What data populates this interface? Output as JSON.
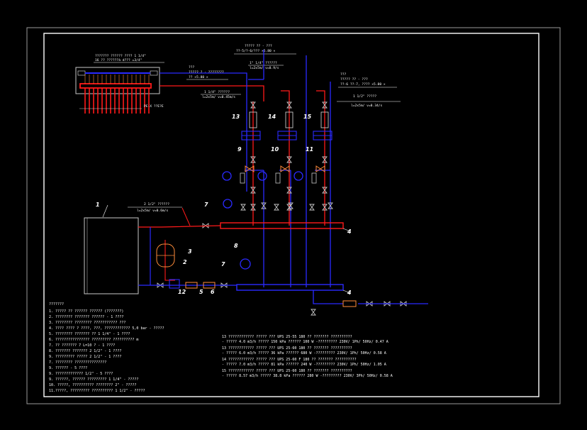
{
  "colors": {
    "background": "#000000",
    "frame": "#9a9a9a",
    "border": "#ffffff",
    "supply_pipe": "#ff1a1a",
    "return_pipe": "#2a2aff",
    "equipment": "#ff8c3a",
    "valve": "#c8c8c8"
  },
  "collector": {
    "header_line1": "??????? ?????? ???? 1 1/4\"",
    "header_line2": "16 ?? ??????à d??? =3/4\"",
    "tag": "PE-X ??E?E"
  },
  "riser_labels": {
    "top_line1": "????? ?? - ???",
    "top_line2": "??-5/?-6/??? ×5.80 ×",
    "mid_line1": "???",
    "mid_line2": "????? ? - ????????",
    "mid_line3": "?? ×5.80 ×",
    "pipe1_line1": "1\" 1/4\" ??????",
    "pipe1_line2": "l=2x5m/ v=0.9/s",
    "pipe2_line1": "1 1/4\" ??????",
    "pipe2_line2": "l=2x5m/ v=0.45m/s",
    "right_line1": "???",
    "right_line2": "????? ?? - ???",
    "right_line3": "??-6 ??-7, ???? ×5.80 ×",
    "right_pipe_line1": "1 1/2\" ?????",
    "right_pipe_line2": "l=2x5m/ v=0.34/s",
    "main_pipe_line1": "2 1/2\" ??????",
    "main_pipe_line2": "l=2x5m/ v=0.6m/s"
  },
  "item_numbers": [
    "1",
    "2",
    "3",
    "4",
    "4",
    "5",
    "6",
    "7",
    "7",
    "8",
    "9",
    "10",
    "11",
    "12",
    "13",
    "14",
    "15"
  ],
  "legend": {
    "title": "???????",
    "items": [
      "1. ????? ?? ?????? ?????? (???????)",
      "2. ???????? ??????? ?????? - 1 ????",
      "3. ???????? ???????? ??????????? ???",
      "4. ???? ???? ? ????, ???, ???????????? 5,0 bar - ?????",
      "5. ???????? ??????? ?? 1 1/4\" - 1 ????",
      "6. ???????????????? ????????? ?????????? m",
      "7. ?? ??????? 7 L=10 ? - 1 ????",
      "8. ??????? ??????? 2 1/2\" - 1 ????",
      "9. ????????? ????? 2 1/2\" - 1 ????",
      "7. ???????? ???????????????",
      "9. ?????? - 5 ????",
      "9. ????????????? 1/2\" - 5 ????",
      "9. ??????, ?????? ????????? 1 1/4\" - ?????",
      "10. ?????, ?????????? ???????? 2\" - ?????",
      "11.?????, ????????? ?????????? 1 1/2\" - ?????"
    ]
  },
  "pump_specs": [
    {
      "line1": "13 ???????????? ????? ??? UPS 25-55 180 ?? ??????? ??????????",
      "line2": "- ????? 4.0 m3/h ????? 150 kPa          ?????? 100 W -????????? 230V/ 1Ph/ 50Hz/ 0.47 A"
    },
    {
      "line1": "13 ???????????? ????? ??? UPS 25-60 180 ?? ??????? ??????????",
      "line2": "- ????? 6.0 m3/h ????? 36 kPa          ?????? 680 W -????????? 230V/ 1Ph/ 50Hz/ 0.58 A"
    },
    {
      "line1": "14 ???????????? ????? ??? UPS 25-60 F 180 ?? ??????? ??????????",
      "line2": "- ????? 7.0 m3/h ????? 81 kPa          ?????? 240 W -????????? 230V/ 1Ph/ 50Hz/ 1.05 A"
    },
    {
      "line1": "15 ???????????? ????? ??? UPS 25-60 180 ?? ??????? ??????????",
      "line2": "- ????? 8.57 m3/h ????? 38.8 kPa          ?????? 280 W -????????? 230V/ 3Ph/ 50Hz/ 0.58 A"
    }
  ]
}
